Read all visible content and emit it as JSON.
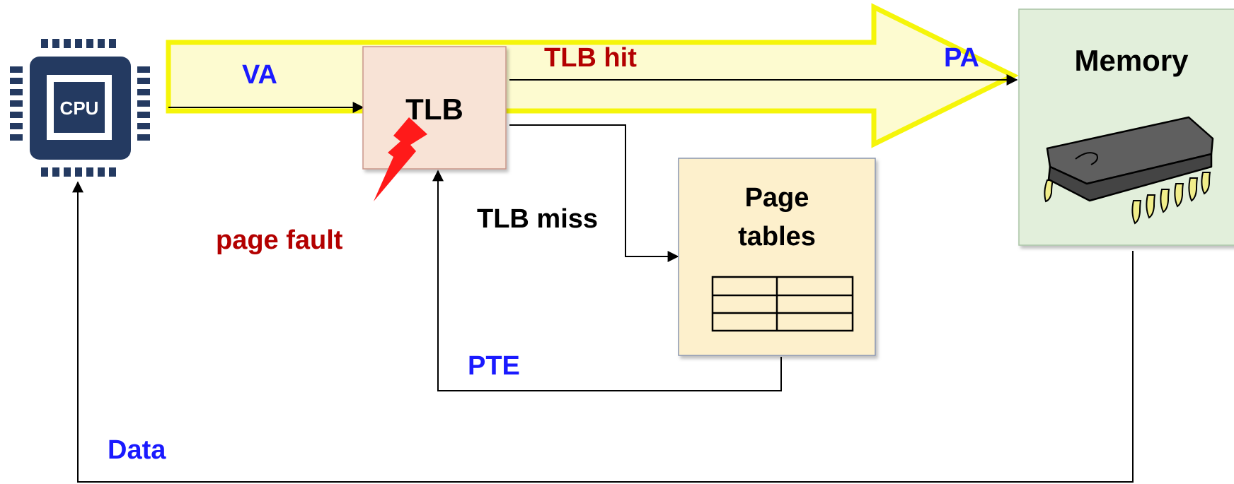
{
  "labels": {
    "cpu": "CPU",
    "tlb": "TLB",
    "memory": "Memory",
    "page_tables_line1": "Page",
    "page_tables_line2": "tables",
    "va": "VA",
    "pa": "PA",
    "tlb_hit": "TLB hit",
    "tlb_miss": "TLB miss",
    "pte": "PTE",
    "page_fault": "page fault",
    "data": "Data"
  },
  "colors": {
    "blue_label": "#1a1aff",
    "red_label": "#b30000",
    "cpu_navy": "#243a61",
    "tlb_fill": "#f8e3d6",
    "tlb_border": "#c9968a",
    "page_tables_fill": "#fdf0cc",
    "page_tables_border": "#8a96b0",
    "memory_fill": "#e2efdb",
    "memory_border": "#a9c4a6",
    "fat_arrow_fill": "#fdfbd0",
    "fat_arrow_border": "#f5f50a",
    "lightning": "#ff1a1a"
  },
  "icons": [
    "cpu-chip-icon",
    "memory-chip-icon",
    "lightning-icon",
    "table-grid-icon"
  ]
}
